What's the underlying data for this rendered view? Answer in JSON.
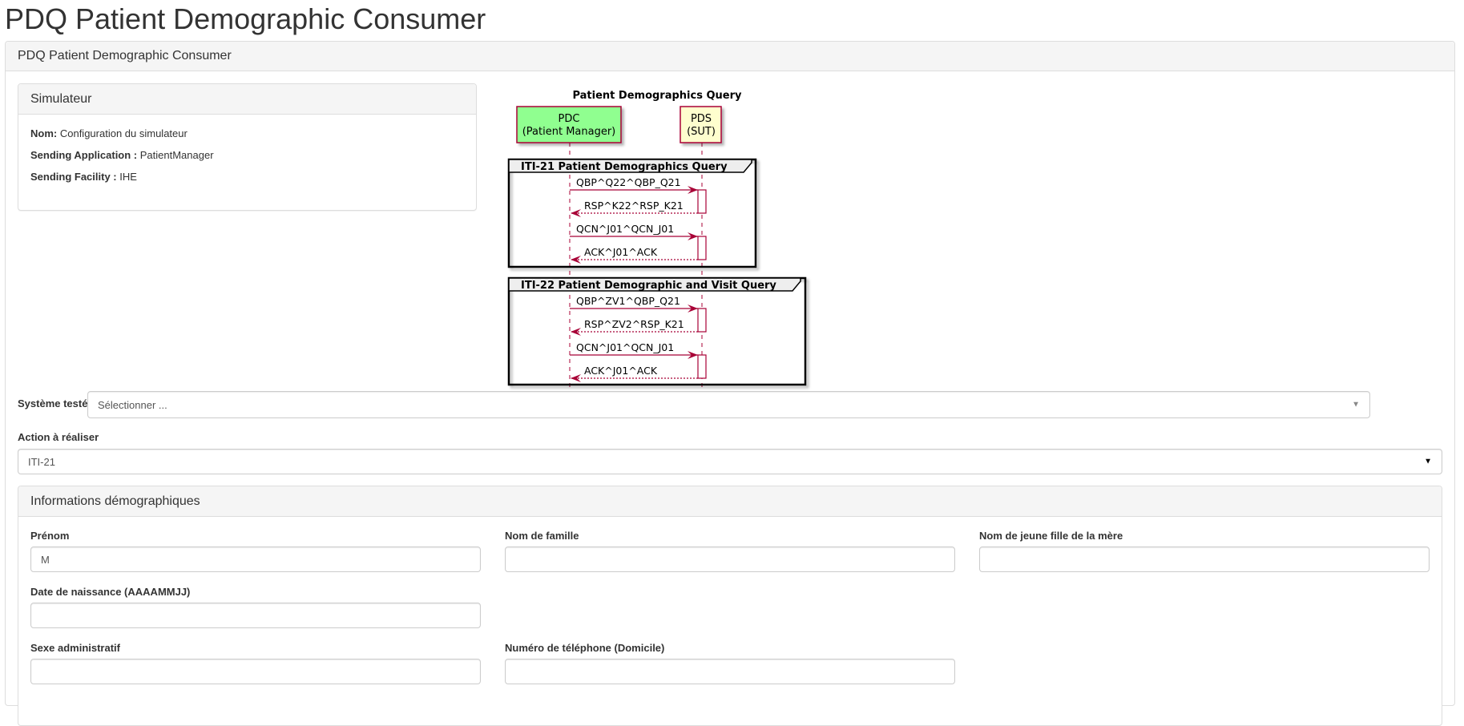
{
  "page_title": "PDQ Patient Demographic Consumer",
  "main_panel": {
    "title": "PDQ Patient Demographic Consumer"
  },
  "simulator": {
    "title": "Simulateur",
    "rows": [
      {
        "label": "Nom:",
        "value": "Configuration du simulateur"
      },
      {
        "label": "Sending Application :",
        "value": "PatientManager"
      },
      {
        "label": "Sending Facility :",
        "value": "IHE"
      }
    ]
  },
  "diagram": {
    "title": "Patient Demographics Query",
    "participants": [
      {
        "line1": "PDC",
        "line2": "(Patient Manager)",
        "color": "#90FF90"
      },
      {
        "line1": "PDS",
        "line2": "(SUT)",
        "color": "#FEFECE"
      }
    ],
    "line_color": "#A80036",
    "groups": [
      {
        "title": "ITI-21 Patient Demographics Query",
        "messages": [
          "QBP^Q22^QBP_Q21",
          "RSP^K22^RSP_K21",
          "QCN^J01^QCN_J01",
          "ACK^J01^ACK"
        ]
      },
      {
        "title": "ITI-22 Patient Demographic and Visit Query",
        "messages": [
          "QBP^ZV1^QBP_Q21",
          "RSP^ZV2^RSP_K21",
          "QCN^J01^QCN_J01",
          "ACK^J01^ACK"
        ]
      }
    ]
  },
  "system_tested": {
    "label": "Système testé",
    "value": "Sélectionner ..."
  },
  "action": {
    "label": "Action à réaliser",
    "value": "ITI-21"
  },
  "demographics": {
    "title": "Informations démographiques",
    "fields": {
      "first_name": {
        "label": "Prénom",
        "value": "M"
      },
      "last_name": {
        "label": "Nom de famille",
        "value": ""
      },
      "mother_maiden": {
        "label": "Nom de jeune fille de la mère",
        "value": ""
      },
      "birth_date": {
        "label": "Date de naissance (AAAAMMJJ)",
        "value": ""
      },
      "sex": {
        "label": "Sexe administratif",
        "value": ""
      },
      "phone": {
        "label": "Numéro de téléphone (Domicile)",
        "value": ""
      }
    }
  }
}
